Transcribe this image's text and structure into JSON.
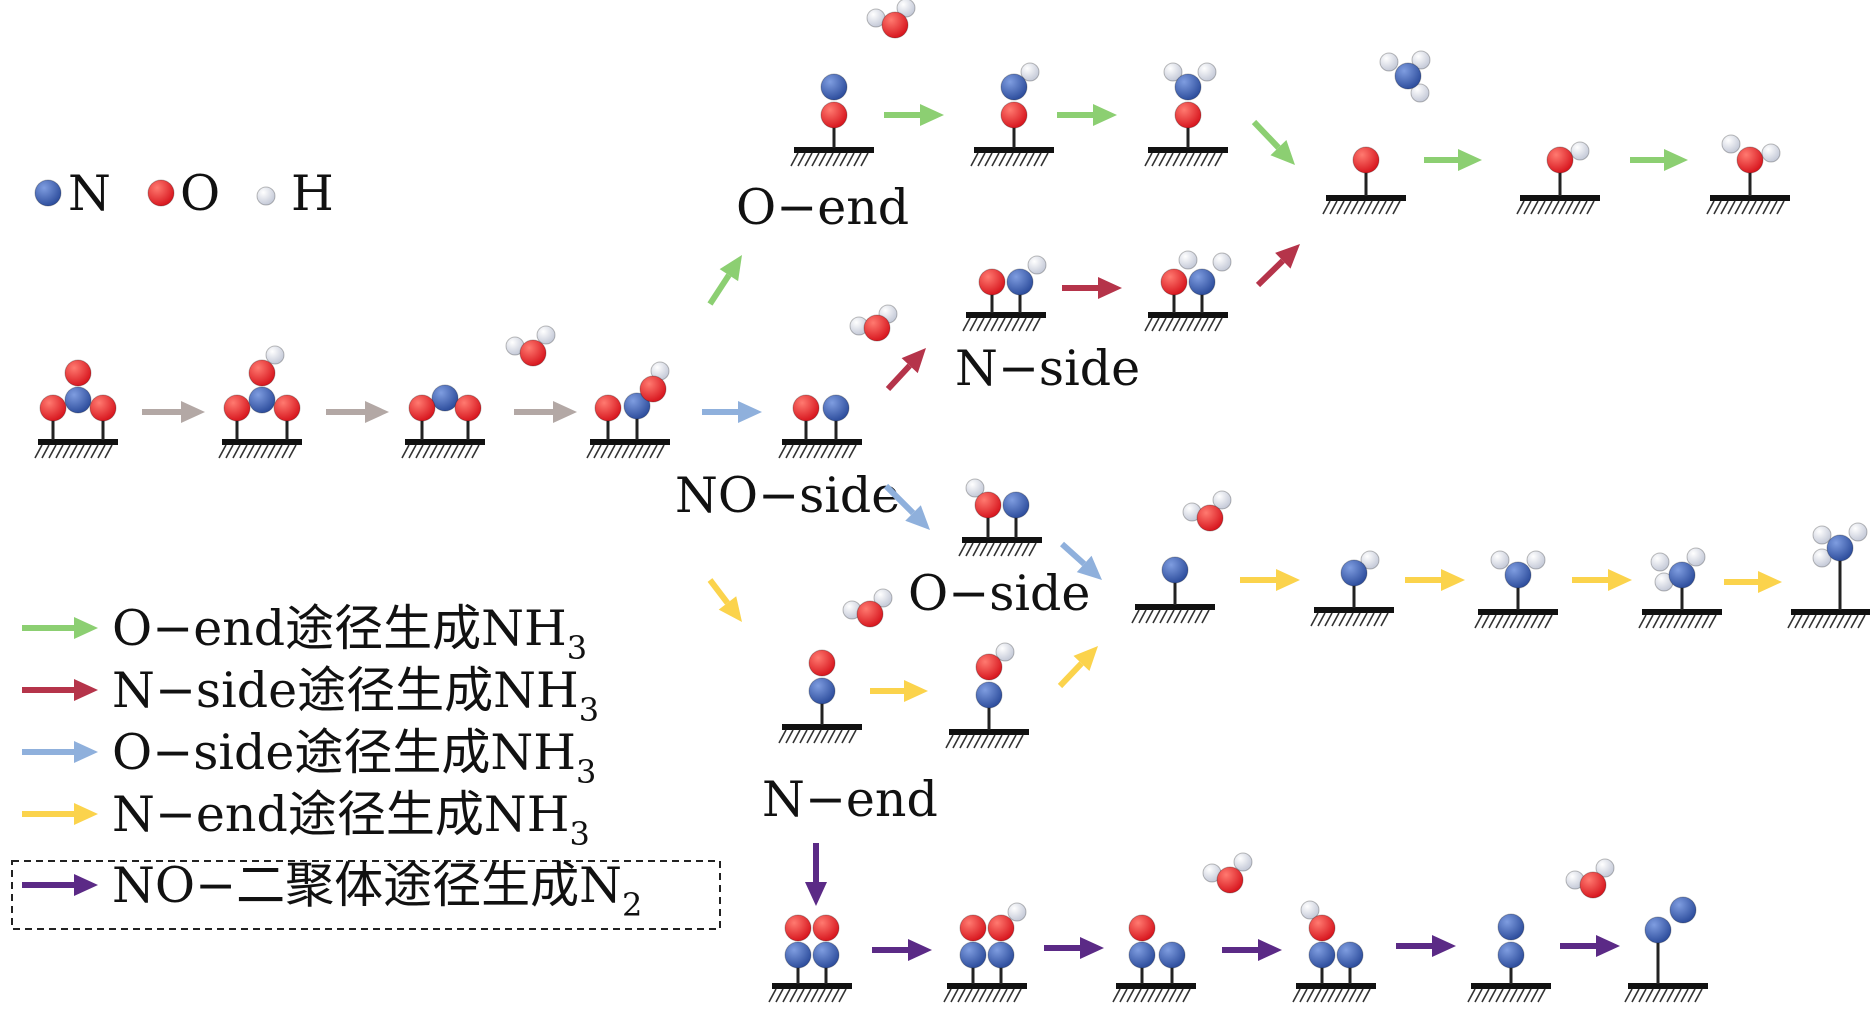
{
  "colors": {
    "N": "#3a5fb0",
    "O": "#e8202a",
    "H": "#eceff6",
    "O-end": "#8ccf72",
    "N-side": "#b5344a",
    "O-side": "#8fb0dc",
    "N-end": "#fbd34c",
    "NO-dimer": "#5b2a86",
    "initial": "#b3a8a5"
  },
  "atom_legend": [
    {
      "symbol": "N",
      "color": "#3a5fb0"
    },
    {
      "symbol": "O",
      "color": "#e8202a"
    },
    {
      "symbol": "H",
      "color": "#eceff6"
    }
  ],
  "labels": {
    "o_end": "O−end",
    "n_side": "N−side",
    "no_side": "NO−side",
    "o_side": "O−side",
    "n_end": "N−end"
  },
  "pathway_legend": [
    {
      "key": "O-end",
      "text": "O−end途径生成NH",
      "sub": "3",
      "color": "#8ccf72"
    },
    {
      "key": "N-side",
      "text": "N−side途径生成NH",
      "sub": "3",
      "color": "#b5344a"
    },
    {
      "key": "O-side",
      "text": "O−side途径生成NH",
      "sub": "3",
      "color": "#8fb0dc"
    },
    {
      "key": "N-end",
      "text": "N−end途径生成NH",
      "sub": "3",
      "color": "#fbd34c"
    },
    {
      "key": "NO-dimer",
      "text": "NO−二聚体途径生成N",
      "sub": "2",
      "color": "#5b2a86"
    }
  ]
}
